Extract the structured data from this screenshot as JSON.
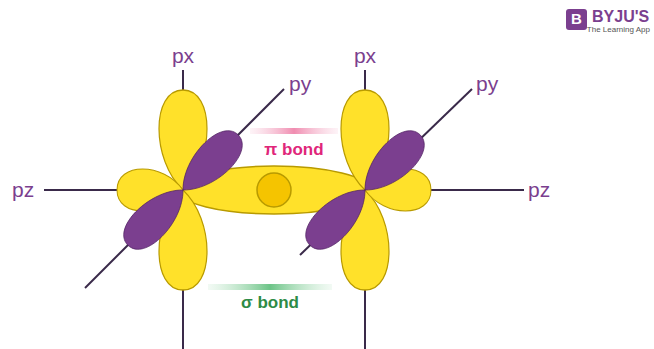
{
  "diagram": {
    "labels": [
      "B",
      "BYJU'S",
      "The Learning App",
      "px",
      "py",
      "pz",
      "px",
      "py",
      "pz",
      "π bond",
      "σ bond"
    ]
  }
}
